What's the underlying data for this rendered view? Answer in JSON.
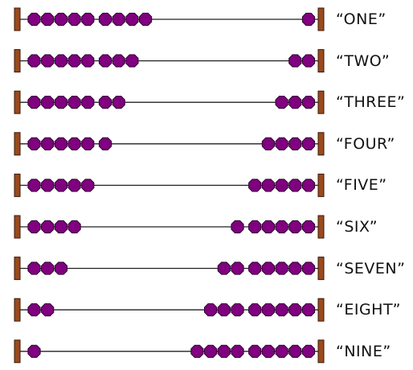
{
  "colors": {
    "bead_fill": "#800080",
    "bead_stroke": "#2a002a",
    "rod": "#222222",
    "post_fill": "#9a4a1c",
    "post_stroke": "#3a1a08",
    "text": "#111111"
  },
  "rows": [
    {
      "label": "“ONE”",
      "left_beads": 9,
      "right_beads": 1
    },
    {
      "label": "“TWO”",
      "left_beads": 8,
      "right_beads": 2
    },
    {
      "label": "“THREE”",
      "left_beads": 7,
      "right_beads": 3
    },
    {
      "label": "“FOUR”",
      "left_beads": 6,
      "right_beads": 4
    },
    {
      "label": "“FIVE”",
      "left_beads": 5,
      "right_beads": 5
    },
    {
      "label": "“SIX”",
      "left_beads": 4,
      "right_beads": 6
    },
    {
      "label": "“SEVEN”",
      "left_beads": 3,
      "right_beads": 7
    },
    {
      "label": "“EIGHT”",
      "left_beads": 2,
      "right_beads": 8
    },
    {
      "label": "“NINE”",
      "left_beads": 1,
      "right_beads": 9
    }
  ]
}
